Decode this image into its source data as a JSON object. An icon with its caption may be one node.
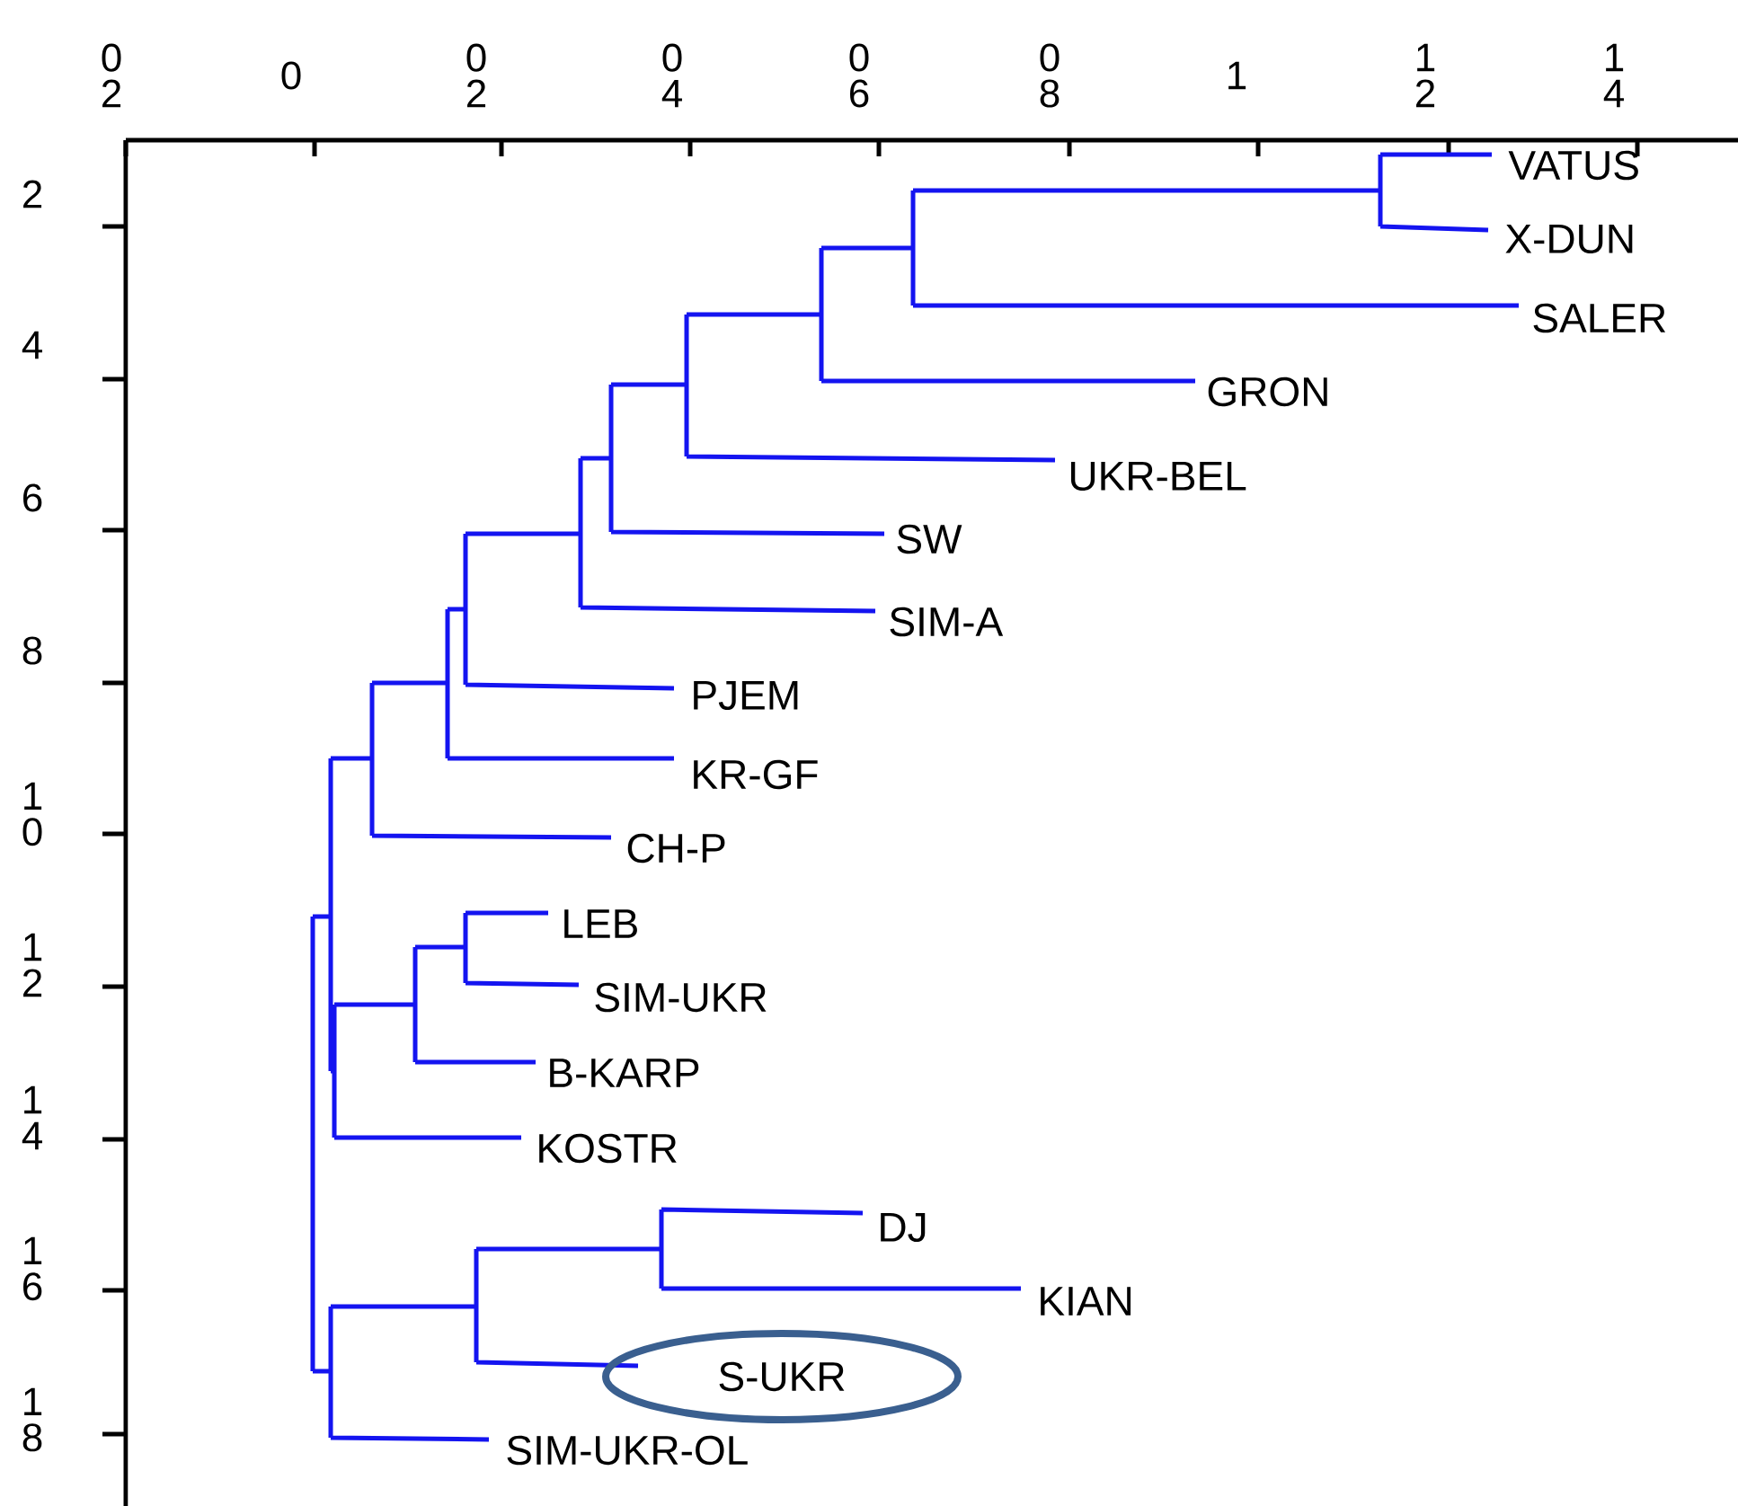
{
  "diagram": {
    "nodes": [
      {
        "text": [
          "VATUS"
        ]
      },
      {
        "text": [
          "X-DUN"
        ]
      },
      {
        "text": [
          "SALER"
        ]
      },
      {
        "text": [
          "GRON"
        ]
      },
      {
        "text": [
          "UKR-BEL"
        ]
      },
      {
        "text": [
          "SW"
        ]
      },
      {
        "text": [
          "SIM-A"
        ]
      },
      {
        "text": [
          "PJEM"
        ]
      },
      {
        "text": [
          "KR-GF"
        ]
      },
      {
        "text": [
          "CH-P"
        ]
      },
      {
        "text": [
          "LEB"
        ]
      },
      {
        "text": [
          "SIM-UKR"
        ]
      },
      {
        "text": [
          "B-KARP"
        ]
      },
      {
        "text": [
          "KOSTR"
        ]
      },
      {
        "text": [
          "DJ"
        ]
      },
      {
        "text": [
          "KIAN"
        ]
      },
      {
        "text": [
          "S-UKR"
        ]
      },
      {
        "text": [
          "SIM-UKR-OL"
        ]
      }
    ],
    "labels": [
      "0 2",
      "0",
      "0 2",
      "0 4",
      "0 6",
      "0 8",
      "1",
      "1 2",
      "1 4",
      "2",
      "4",
      "6",
      "8",
      "1 0",
      "1 2",
      "1 4",
      "1 6",
      "1 8"
    ]
  }
}
